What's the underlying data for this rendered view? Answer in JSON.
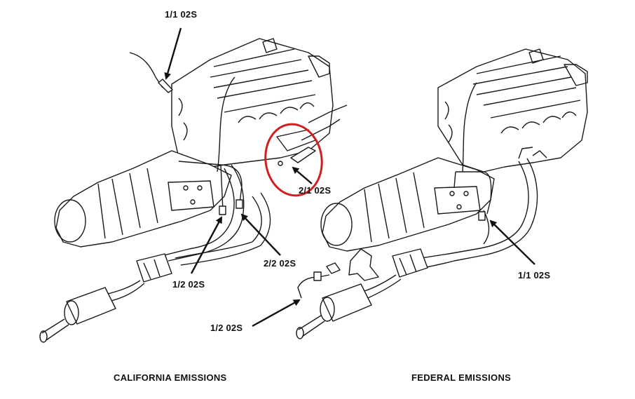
{
  "california": {
    "caption": "CALIFORNIA EMISSIONS",
    "labels": {
      "sensor_1_1": "1/1 02S",
      "sensor_2_1": "2/1 02S",
      "sensor_2_2": "2/2 02S",
      "sensor_1_2": "1/2 02S"
    }
  },
  "federal": {
    "caption": "FEDERAL EMISSIONS",
    "labels": {
      "sensor_1_1": "1/1 02S",
      "sensor_1_2": "1/2 02S"
    }
  },
  "highlight_color": "#d11f1f",
  "line_color": "#1a1a1a"
}
